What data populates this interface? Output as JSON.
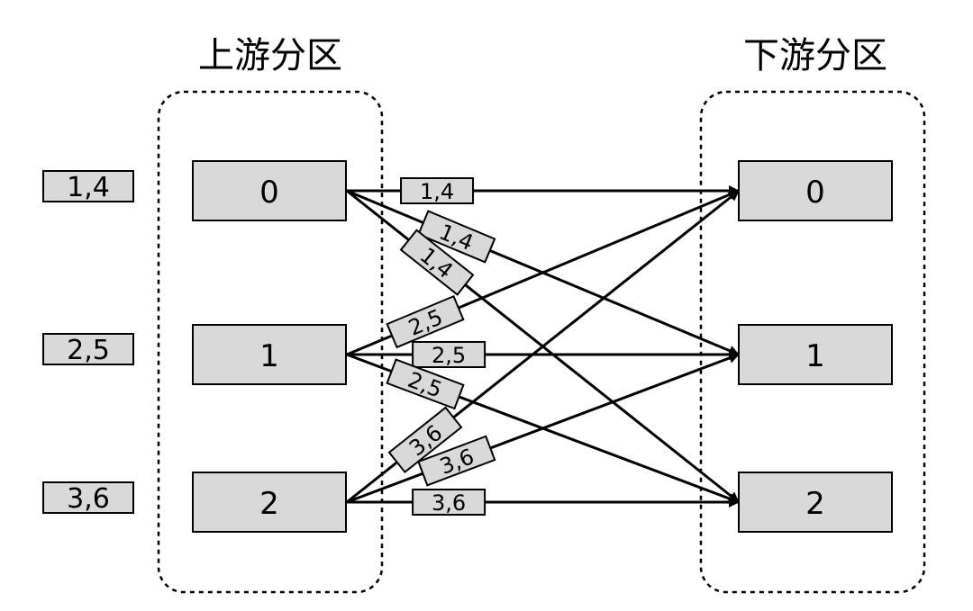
{
  "titles": {
    "upstream": "上游分区",
    "downstream": "下游分区"
  },
  "inputs": [
    "1,4",
    "2,5",
    "3,6"
  ],
  "upstream_partitions": [
    "0",
    "1",
    "2"
  ],
  "downstream_partitions": [
    "0",
    "1",
    "2"
  ],
  "edges": [
    {
      "from": 0,
      "to": 0,
      "label": "1,4"
    },
    {
      "from": 0,
      "to": 1,
      "label": "1,4"
    },
    {
      "from": 0,
      "to": 2,
      "label": "1,4"
    },
    {
      "from": 1,
      "to": 0,
      "label": "2,5"
    },
    {
      "from": 1,
      "to": 1,
      "label": "2,5"
    },
    {
      "from": 1,
      "to": 2,
      "label": "2,5"
    },
    {
      "from": 2,
      "to": 0,
      "label": "3,6"
    },
    {
      "from": 2,
      "to": 1,
      "label": "3,6"
    },
    {
      "from": 2,
      "to": 2,
      "label": "3,6"
    }
  ],
  "colors": {
    "box_fill": "#d9d9d9",
    "stroke": "#000000"
  }
}
